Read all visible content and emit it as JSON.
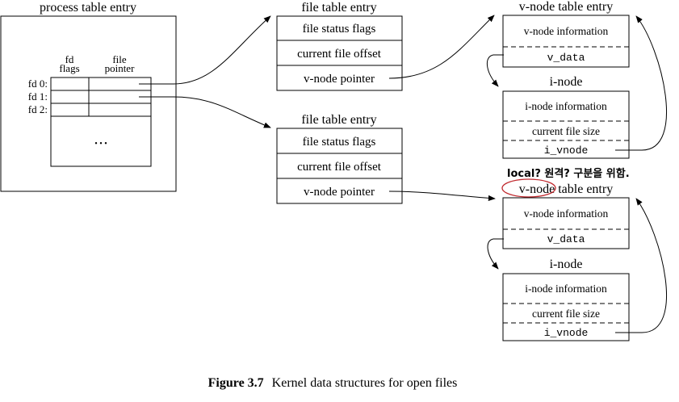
{
  "process_table": {
    "title": "process table entry",
    "col_fd_flags": [
      "fd",
      "flags"
    ],
    "col_file_pointer": [
      "file",
      "pointer"
    ],
    "rows": [
      "fd 0:",
      "fd 1:",
      "fd 2:"
    ],
    "ellipsis": "• • •"
  },
  "file_tables": [
    {
      "title": "file table entry",
      "fields": [
        "file status flags",
        "current file offset",
        "v-node pointer"
      ]
    },
    {
      "title": "file table entry",
      "fields": [
        "file status flags",
        "current file offset",
        "v-node pointer"
      ]
    }
  ],
  "vnode_tables": [
    {
      "title": "v-node table entry",
      "info": "v-node information",
      "field": "v_data"
    },
    {
      "title_circled": "v-node",
      "title_rest": " table entry",
      "info": "v-node information",
      "field": "v_data"
    }
  ],
  "inodes": [
    {
      "title": "i-node",
      "info": "i-node information",
      "size": "current file size",
      "field": "i_vnode"
    },
    {
      "title": "i-node",
      "info": "i-node information",
      "size": "current file size",
      "field": "i_vnode"
    }
  ],
  "annotation": "local? 원격? 구분을 위함.",
  "caption": {
    "label": "Figure 3.7",
    "text": "Kernel data structures for open files"
  },
  "annotation_color": "#c0282d"
}
